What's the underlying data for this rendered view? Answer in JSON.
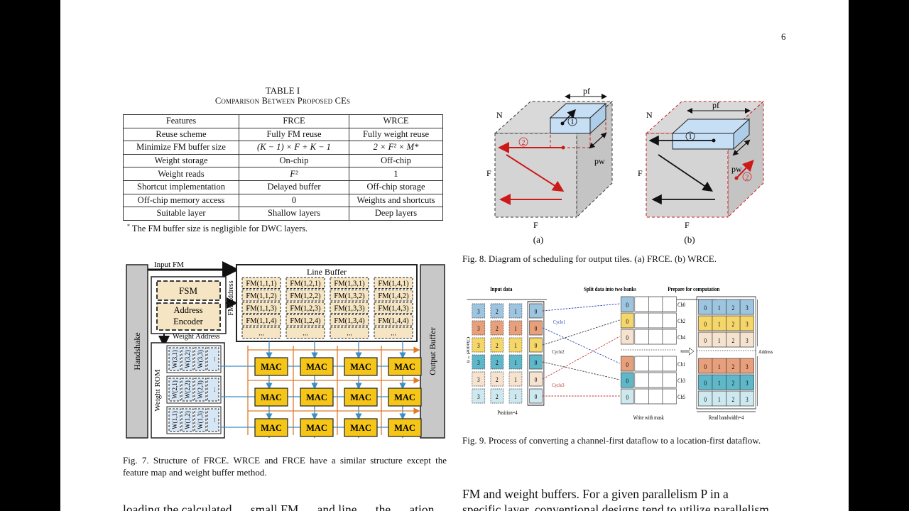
{
  "page_number": "6",
  "table": {
    "title": "TABLE I",
    "subtitle": "Comparison Between Proposed CEs",
    "headers": [
      "Features",
      "FRCE",
      "WRCE"
    ],
    "rows": [
      [
        "Reuse scheme",
        "Fully FM reuse",
        "Fully weight reuse"
      ],
      [
        "Minimize FM buffer size",
        "(K − 1) × F + K − 1",
        "2 × F² × M*"
      ],
      [
        "Weight storage",
        "On-chip",
        "Off-chip"
      ],
      [
        "Weight reads",
        "F²",
        "1"
      ],
      [
        "Shortcut implementation",
        "Delayed buffer",
        "Off-chip storage"
      ],
      [
        "Off-chip memory access",
        "0",
        "Weights and shortcuts"
      ],
      [
        "Suitable layer",
        "Shallow layers",
        "Deep layers"
      ]
    ],
    "note_mark": "*",
    "note": "The FM buffer size is negligible for DWC layers."
  },
  "fig7": {
    "input_fm": "Input FM",
    "line_buffer": "Line Buffer",
    "fm_address": "FM Address",
    "fsm": "FSM",
    "address": "Address",
    "encoder": "Encoder",
    "weight_address": "Weight Address",
    "handshake": "Handshake",
    "output_buffer": "Output Buffer",
    "weight_rom": "Weight ROM",
    "fm_columns": [
      [
        "FM(1,1,1)",
        "FM(1,1,2)",
        "FM(1,1,3)",
        "FM(1,1,4)",
        "..."
      ],
      [
        "FM(1,2,1)",
        "FM(1,2,2)",
        "FM(1,2,3)",
        "FM(1,2,4)",
        "..."
      ],
      [
        "FM(1,3,1)",
        "FM(1,3,2)",
        "FM(1,3,3)",
        "FM(1,3,4)",
        "..."
      ],
      [
        "FM(1,4,1)",
        "FM(1,4,2)",
        "FM(1,4,3)",
        "FM(1,4,4)",
        "..."
      ]
    ],
    "weight_rows": [
      [
        "W(3,1)",
        "W(3,2)",
        "W(3,3)",
        "..."
      ],
      [
        "W(2,1)",
        "W(2,2)",
        "W(2,3)",
        "..."
      ],
      [
        "W(1,1)",
        "W(1,2)",
        "W(1,3)",
        "..."
      ]
    ],
    "mac": "MAC",
    "caption": "Fig. 7.  Structure of FRCE. WRCE and FRCE have a similar structure except the feature map and weight buffer method."
  },
  "fig8": {
    "a": {
      "N": "N",
      "F_side": "F",
      "F_bottom": "F",
      "pf": "pf",
      "pw": "pw",
      "circ1": "1",
      "circ2": "2",
      "label": "(a)"
    },
    "b": {
      "N": "N",
      "F_side": "F",
      "F_bottom": "F",
      "pf": "pf",
      "pw": "pw",
      "circ1": "1",
      "circ2": "2",
      "label": "(b)"
    },
    "caption": "Fig. 8.  Diagram of scheduling for output tiles. (a) FRCE. (b) WRCE."
  },
  "fig9": {
    "title_input": "Input data",
    "title_split": "Split data into two banks",
    "title_prepare": "Prepare for computation",
    "channel_label": "Channel = 6",
    "position_label": "Position=4",
    "write_label": "Write with mask",
    "read_label": "Read bandwidth=4",
    "address_label": "Address",
    "cycles": [
      "Cycle1",
      "Cycle2",
      "Cycle3"
    ],
    "input_grid": [
      [
        "3",
        "2",
        "1",
        "0"
      ],
      [
        "3",
        "2",
        "1",
        "0"
      ],
      [
        "3",
        "2",
        "1",
        "0"
      ],
      [
        "3",
        "2",
        "1",
        "0"
      ],
      [
        "3",
        "2",
        "1",
        "0"
      ],
      [
        "3",
        "2",
        "1",
        "0"
      ]
    ],
    "bank_values": [
      "0",
      "0",
      "0",
      "0",
      "0",
      "0"
    ],
    "channels": [
      "Ch0",
      "Ch2",
      "Ch4",
      "Ch1",
      "Ch3",
      "Ch5"
    ],
    "prepared": [
      [
        "0",
        "1",
        "2",
        "3"
      ],
      [
        "0",
        "1",
        "2",
        "3"
      ],
      [
        "0",
        "1",
        "2",
        "3"
      ],
      [
        "0",
        "1",
        "2",
        "3"
      ],
      [
        "0",
        "1",
        "2",
        "3"
      ],
      [
        "0",
        "1",
        "2",
        "3"
      ]
    ],
    "row_colors": [
      "#9ec5e0",
      "#e8a07c",
      "#f5d66b",
      "#5fb8c9",
      "#f5e3d0",
      "#cde9ef"
    ],
    "caption": "Fig. 9.  Process of converting a channel-first dataflow to a location-first dataflow."
  },
  "body_text": {
    "line_right": "FM and weight buffers. For a given parallelism P in a",
    "line_right_2": "specific layer, conventional designs tend to utilize parallelism",
    "line_left_partial": "loading the calculated … small FM … and line … the … ation"
  }
}
